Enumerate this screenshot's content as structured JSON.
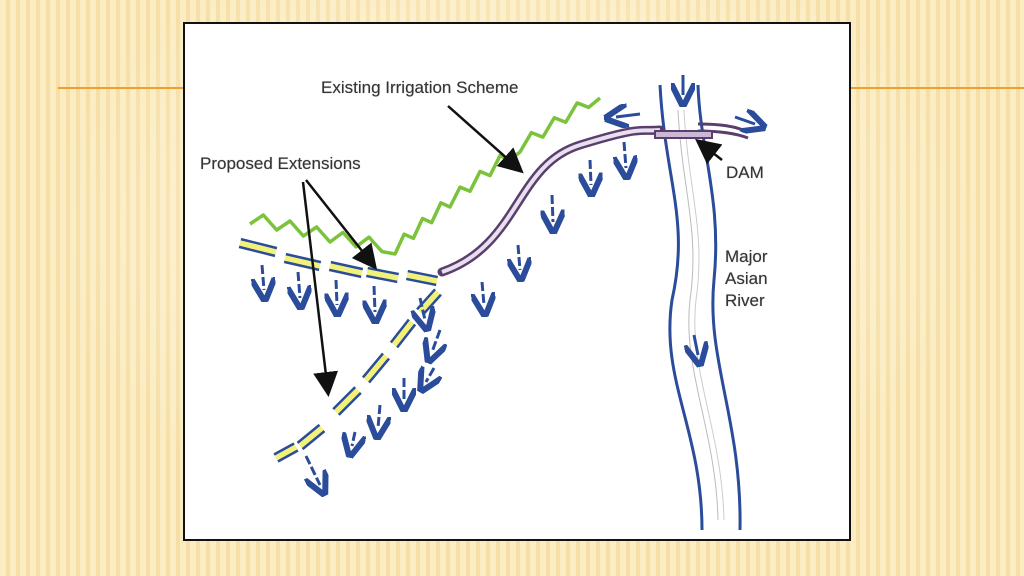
{
  "labels": {
    "existing": "Existing Irrigation Scheme",
    "proposed": "Proposed Extensions",
    "dam": "DAM",
    "river": [
      "Major",
      "Asian",
      "River"
    ]
  },
  "colors": {
    "canal": "#5a3f6e",
    "water": "#2a4c9a",
    "extension_fill": "#f2f27a",
    "crops": "#7cc33c",
    "accent_rule": "#f0a030"
  }
}
